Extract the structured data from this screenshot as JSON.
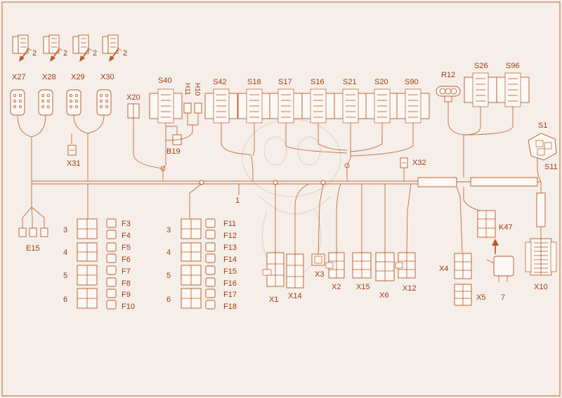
{
  "harness_label": "1",
  "callout_label": "2",
  "top_connectors": [
    "X27",
    "X28",
    "X29",
    "X30"
  ],
  "lamp_label": "E15",
  "switches": [
    "S40",
    "S42",
    "S18",
    "S17",
    "S16",
    "S21",
    "S20",
    "S90"
  ],
  "switches_right": [
    "S26",
    "S96"
  ],
  "sensor_labels": [
    "H11",
    "H10"
  ],
  "small_connectors": {
    "x20": "X20",
    "b19": "B19",
    "x31": "X31",
    "x32": "X32",
    "r12": "R12",
    "s1": "S1",
    "s11": "S11",
    "k47": "K47",
    "x10": "X10"
  },
  "fusebox_left": {
    "rows": [
      "3",
      "4",
      "5",
      "6"
    ],
    "fuses": [
      "F3",
      "F4",
      "F5",
      "F6",
      "F7",
      "F8",
      "F9",
      "F10"
    ]
  },
  "fusebox_mid": {
    "rows": [
      "3",
      "4",
      "5",
      "6"
    ],
    "fuses": [
      "F11",
      "F12",
      "F13",
      "F14",
      "F15",
      "F16",
      "F17",
      "F18"
    ]
  },
  "plugs": [
    "X1",
    "X14",
    "X3",
    "X2",
    "X15",
    "X6",
    "X12"
  ],
  "right_plugs": [
    "X4",
    "X5"
  ],
  "relay_label": "7"
}
